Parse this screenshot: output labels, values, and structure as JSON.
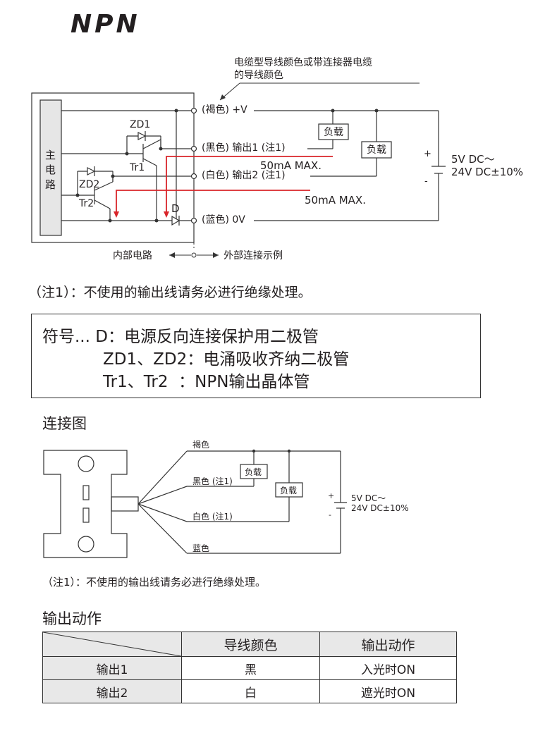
{
  "title": "NPN",
  "circuit": {
    "wire_note_line1": "电缆型导线颜色或带连接器电缆",
    "wire_note_line2": "的导线颜色",
    "main_circuit_chars": [
      "主",
      "电",
      "路"
    ],
    "terminals": [
      {
        "label": "(褐色) +V"
      },
      {
        "label": "(黑色) 输出1 (注1)"
      },
      {
        "label": "(白色) 输出2 (注1)"
      },
      {
        "label": "(蓝色) 0V"
      }
    ],
    "load_label": "负载",
    "current_label": "50mA  MAX.",
    "supply_line1": "5V DC～",
    "supply_line2": "24V DC±10%",
    "plus": "+",
    "minus": "-",
    "zd1": "ZD1",
    "zd2": "ZD2",
    "tr1": "Tr1",
    "tr2": "Tr2",
    "diode_d": "D",
    "internal_label": "内部电路",
    "external_label": "外部连接示例"
  },
  "note": "（注1）：不使用的输出线请务必进行绝缘处理。",
  "legend": {
    "line1": "符号... D：电源反向连接保护用二极管",
    "line2": "ZD1、ZD2：电涌吸收齐纳二极管",
    "line3": "Tr1、Tr2  ：NPN输出晶体管"
  },
  "connection": {
    "title": "连接图",
    "wires": [
      "褐色",
      "黑色 (注1)",
      "白色 (注1)",
      "蓝色"
    ],
    "load_label": "负载",
    "supply_line1": "5V DC～",
    "supply_line2": "24V DC±10%",
    "plus": "+",
    "minus": "-"
  },
  "note2": "（注1）：不使用的输出线请务必进行绝缘处理。",
  "output_action": {
    "title": "输出动作",
    "headers": [
      "",
      "导线颜色",
      "输出动作"
    ],
    "rows": [
      [
        "输出1",
        "黑",
        "入光时ON"
      ],
      [
        "输出2",
        "白",
        "遮光时ON"
      ]
    ]
  }
}
